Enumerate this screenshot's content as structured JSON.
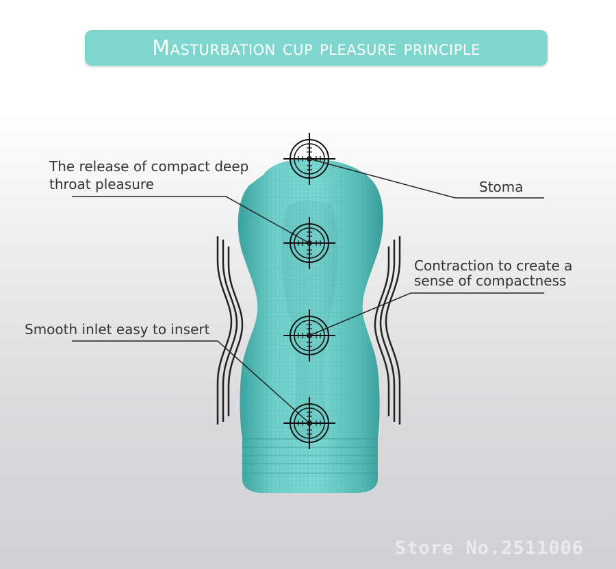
{
  "title": "Masturbation cup pleasure principle",
  "labels": {
    "release_line1": "The release of compact deep",
    "release_line2": "throat pleasure",
    "stoma": "Stoma",
    "contraction_line1": "Contraction to create a",
    "contraction_line2": "sense of compactness",
    "inlet": "Smooth inlet easy to insert"
  },
  "watermark": "Store No.2511006",
  "colors": {
    "banner": "#7ed6cf",
    "cup": "#64c6c1",
    "cup_dark": "#3f9f9c",
    "lines": "#222222"
  },
  "icons": [
    "crosshair-icon",
    "pressure-wave-icon"
  ]
}
